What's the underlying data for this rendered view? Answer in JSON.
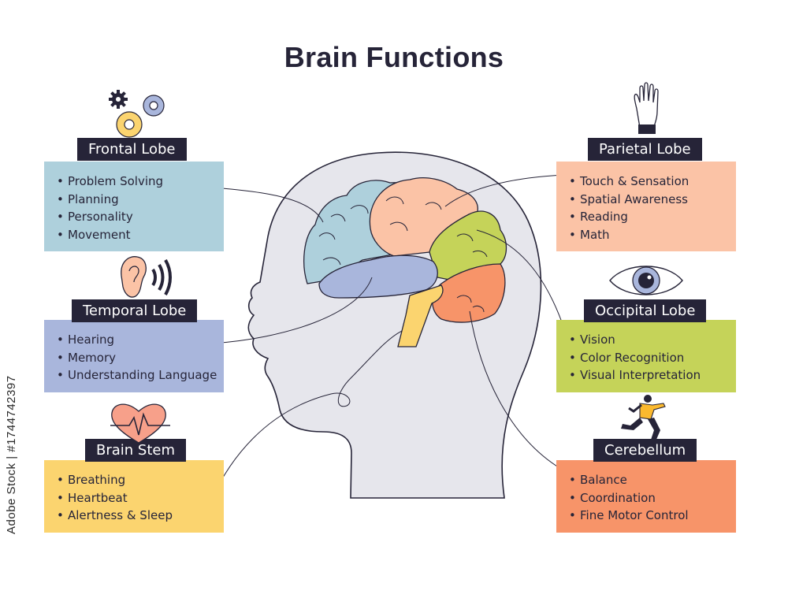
{
  "title": "Brain Functions",
  "watermark": "Adobe Stock | #1744742397",
  "colors": {
    "frontal": "#aed0dc",
    "temporal": "#a9b6dc",
    "brainstem": "#fbd46f",
    "parietal": "#fbc3a6",
    "occipital": "#c5d359",
    "cerebellum": "#f79469",
    "label_bg": "#262438",
    "head": "#e6e6ec"
  },
  "regions": {
    "frontal": {
      "label": "Frontal Lobe",
      "icon": "gears-icon",
      "items": [
        "Problem Solving",
        "Planning",
        "Personality",
        "Movement"
      ]
    },
    "temporal": {
      "label": "Temporal Lobe",
      "icon": "ear-icon",
      "items": [
        "Hearing",
        "Memory",
        "Understanding Language"
      ]
    },
    "brainstem": {
      "label": "Brain Stem",
      "icon": "heartbeat-icon",
      "items": [
        "Breathing",
        "Heartbeat",
        "Alertness & Sleep"
      ]
    },
    "parietal": {
      "label": "Parietal Lobe",
      "icon": "hand-icon",
      "items": [
        "Touch & Sensation",
        "Spatial Awareness",
        "Reading",
        "Math"
      ]
    },
    "occipital": {
      "label": "Occipital Lobe",
      "icon": "eye-icon",
      "items": [
        "Vision",
        "Color Recognition",
        "Visual Interpretation"
      ]
    },
    "cerebellum": {
      "label": "Cerebellum",
      "icon": "running-person-icon",
      "items": [
        "Balance",
        "Coordination",
        "Fine Motor Control"
      ]
    }
  }
}
